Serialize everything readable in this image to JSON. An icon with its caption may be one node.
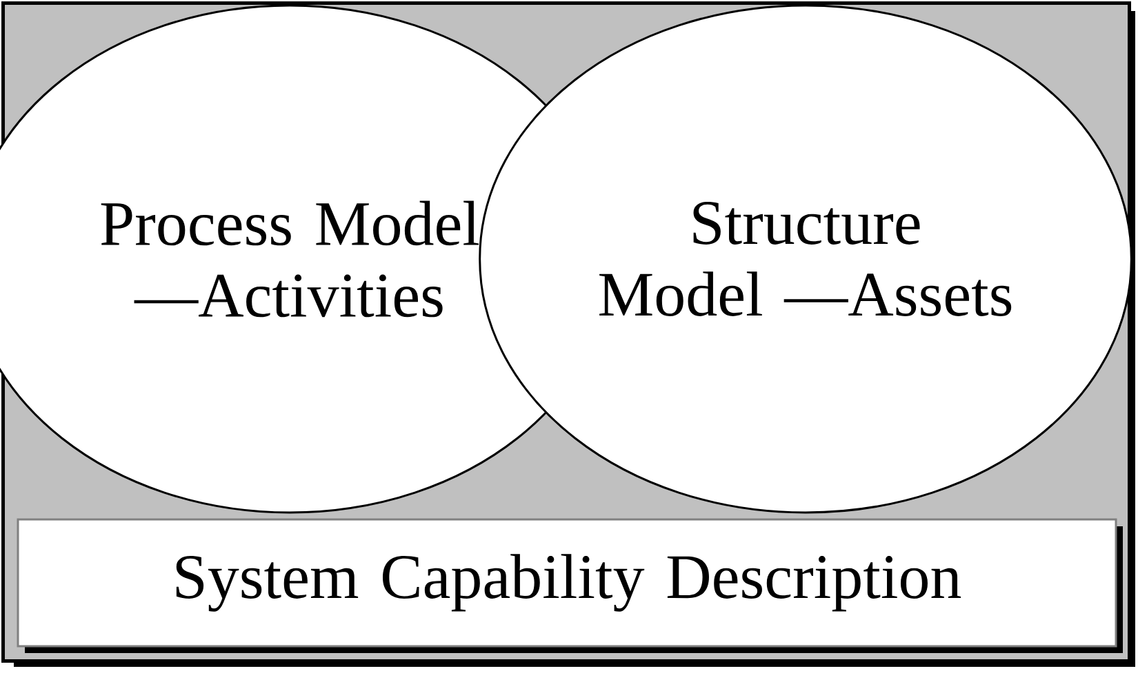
{
  "diagram": {
    "nodes": [
      {
        "text": [
          "Process Model —Activities"
        ]
      },
      {
        "text": [
          "Structure Model —Assets"
        ]
      },
      {
        "text": [
          "System Capability Description"
        ]
      }
    ]
  }
}
